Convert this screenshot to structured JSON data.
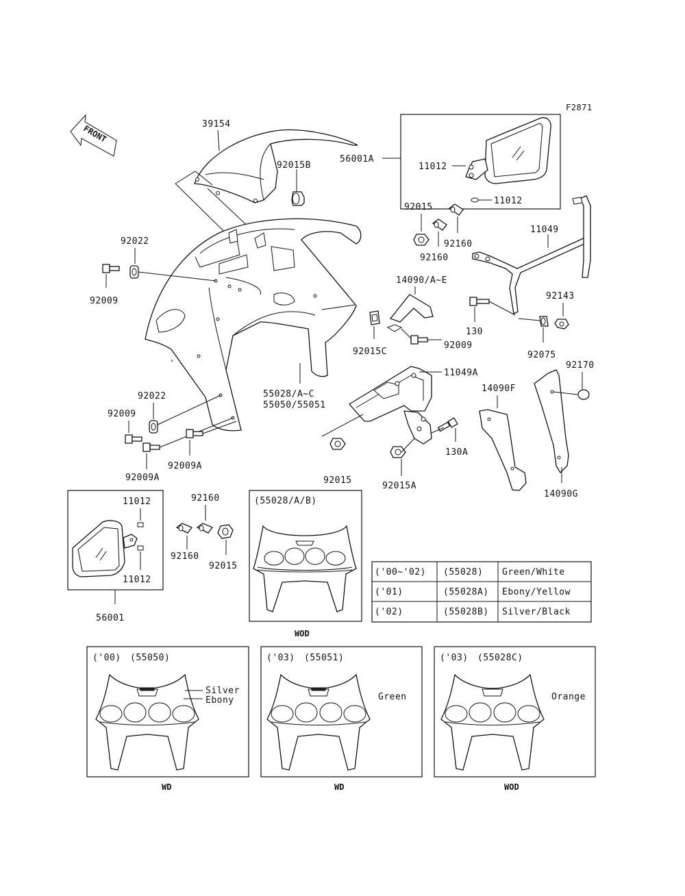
{
  "figure_code": "F2871",
  "front_arrow": "FRONT",
  "labels": {
    "p39154": "39154",
    "p92015B": "92015B",
    "p56001A": "56001A",
    "p11012_a": "11012",
    "p11012_b": "11012",
    "p92015_top": "92015",
    "p92160_top1": "92160",
    "p92160_top2": "92160",
    "p11049": "11049",
    "p92022_top": "92022",
    "p92009_top": "92009",
    "p14090AE": "14090/A~E",
    "p92143": "92143",
    "p130": "130",
    "p92009_mid": "92009",
    "p92075": "92075",
    "p92015C": "92015C",
    "p11049A": "11049A",
    "p92170": "92170",
    "p14090F": "14090F",
    "p55028AC": "55028/A~C",
    "p55050_55051": "55050/55051",
    "p92022_low": "92022",
    "p92009_low": "92009",
    "p130A": "130A",
    "p92009A_right": "92009A",
    "p92009A_left": "92009A",
    "p92015_low": "92015",
    "p92015A": "92015A",
    "p14090G": "14090G",
    "p11012_c": "11012",
    "p11012_d": "11012",
    "p56001": "56001",
    "p92160_a": "92160",
    "p92160_b": "92160",
    "p92015_box": "92015"
  },
  "box_55028": {
    "title": "(55028/A/B)",
    "caption": "WOD"
  },
  "color_table": [
    {
      "year": "('00~'02)",
      "part": "(55028)",
      "color": "Green/White"
    },
    {
      "year": "('01)",
      "part": "(55028A)",
      "color": "Ebony/Yellow"
    },
    {
      "year": "('02)",
      "part": "(55028B)",
      "color": "Silver/Black"
    }
  ],
  "variants": [
    {
      "year": "('00)",
      "part": "(55050)",
      "colors": [
        "Silver",
        "Ebony"
      ],
      "caption": "WD"
    },
    {
      "year": "('03)",
      "part": "(55051)",
      "colors": [
        "Green"
      ],
      "caption": "WD"
    },
    {
      "year": "('03)",
      "part": "(55028C)",
      "colors": [
        "Orange"
      ],
      "caption": "WOD"
    }
  ]
}
